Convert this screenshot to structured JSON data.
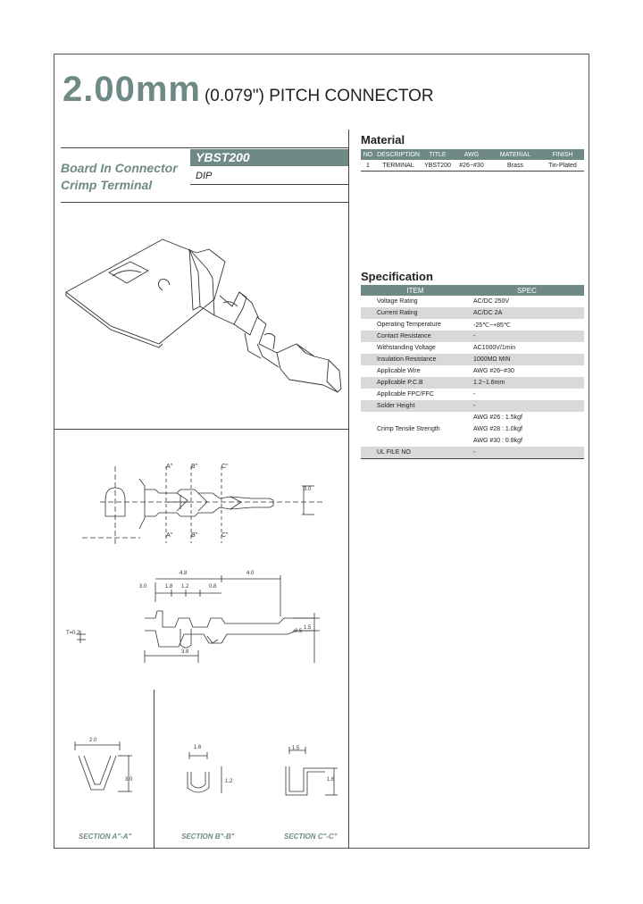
{
  "title": {
    "big": "2.00mm",
    "small": "(0.079\") PITCH CONNECTOR"
  },
  "category": {
    "line1": "Board In Connector",
    "line2": "Crimp Terminal"
  },
  "part": {
    "series": "YBST200",
    "type": "DIP"
  },
  "material": {
    "heading": "Material",
    "headers": [
      "NO",
      "DESCRIPTION",
      "TITLE",
      "AWG",
      "MATERIAL",
      "FINISH"
    ],
    "rows": [
      [
        "1",
        "TERMINAL",
        "YBST200",
        "#26~#30",
        "Brass",
        "Tin-Plated"
      ]
    ]
  },
  "specification": {
    "heading": "Specification",
    "headers": [
      "ITEM",
      "SPEC"
    ],
    "rows": [
      [
        "Voltage Rating",
        "AC/DC 250V"
      ],
      [
        "Current Rating",
        "AC/DC 2A"
      ],
      [
        "Operating Temperature",
        "-25℃~+85℃"
      ],
      [
        "Contact Resistance",
        "-"
      ],
      [
        "Withstanding Voltage",
        "AC1000V/1min"
      ],
      [
        "Insulation Resistance",
        "1000MΩ MIN"
      ],
      [
        "Applicable Wire",
        "AWG #26~#30"
      ],
      [
        "Applicable P.C.B",
        "1.2~1.6mm"
      ],
      [
        "Applicable FPC/FFC",
        "-"
      ],
      [
        "Solder Height",
        "-"
      ],
      [
        "Crimp Tensile Strength",
        "AWG #26 : 1.5kgf"
      ],
      [
        "",
        "AWG #28 : 1.0kgf"
      ],
      [
        "",
        "AWG #30 : 0.8kgf"
      ],
      [
        "UL FILE NO",
        "-"
      ]
    ]
  },
  "drawing": {
    "top_markers": [
      "A\"",
      "B\"",
      "C\""
    ],
    "bottom_markers": [
      "A\"",
      "B\"",
      "C\""
    ],
    "dim_height_top": "3.0",
    "dim_total": "4.0",
    "dim_a": "4.8",
    "dim_b": "3.0",
    "dim_c": "1.8",
    "dim_d": "1.2",
    "dim_e": "0.8",
    "dim_side_small": "0.5",
    "dim_side_right": "1.5",
    "dim_side_left": "T=0.2",
    "dim_bottom": "3.8",
    "secA_w": "2.0",
    "secA_h": "3.0",
    "secB_w": "1.6",
    "secB_h": "1.2",
    "secC_w": "1.5",
    "secC_h": "1.6"
  },
  "sections": [
    "SECTION A\"-A\"",
    "SECTION B\"-B\"",
    "SECTION C\"-C\""
  ],
  "colors": {
    "accent": "#6f8a86"
  }
}
